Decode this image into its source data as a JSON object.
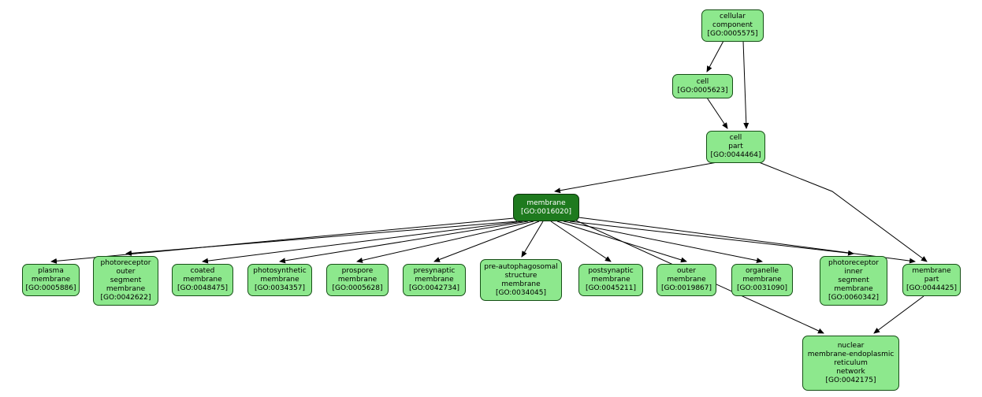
{
  "colors": {
    "node_fill": "#8de88d",
    "node_border": "#164f16",
    "selected_fill": "#1e7a1e",
    "selected_text": "#ffffff",
    "edge": "#000000",
    "background": "#ffffff"
  },
  "nodes": {
    "cellular_component": {
      "label": "cellular\ncomponent",
      "id": "[GO:0005575]"
    },
    "cell": {
      "label": "cell",
      "id": "[GO:0005623]"
    },
    "cell_part": {
      "label": "cell\npart",
      "id": "[GO:0044464]"
    },
    "membrane": {
      "label": "membrane",
      "id": "[GO:0016020]"
    },
    "plasma_membrane": {
      "label": "plasma\nmembrane",
      "id": "[GO:0005886]"
    },
    "photoreceptor_outer_segment_membrane": {
      "label": "photoreceptor\nouter\nsegment\nmembrane",
      "id": "[GO:0042622]"
    },
    "coated_membrane": {
      "label": "coated\nmembrane",
      "id": "[GO:0048475]"
    },
    "photosynthetic_membrane": {
      "label": "photosynthetic\nmembrane",
      "id": "[GO:0034357]"
    },
    "prospore_membrane": {
      "label": "prospore\nmembrane",
      "id": "[GO:0005628]"
    },
    "presynaptic_membrane": {
      "label": "presynaptic\nmembrane",
      "id": "[GO:0042734]"
    },
    "pre_autophagosomal_structure_membrane": {
      "label": "pre-autophagosomal\nstructure\nmembrane",
      "id": "[GO:0034045]"
    },
    "postsynaptic_membrane": {
      "label": "postsynaptic\nmembrane",
      "id": "[GO:0045211]"
    },
    "outer_membrane": {
      "label": "outer\nmembrane",
      "id": "[GO:0019867]"
    },
    "organelle_membrane": {
      "label": "organelle\nmembrane",
      "id": "[GO:0031090]"
    },
    "photoreceptor_inner_segment_membrane": {
      "label": "photoreceptor\ninner\nsegment\nmembrane",
      "id": "[GO:0060342]"
    },
    "membrane_part": {
      "label": "membrane\npart",
      "id": "[GO:0044425]"
    },
    "nuclear_membrane_er_network": {
      "label": "nuclear\nmembrane-endoplasmic\nreticulum\nnetwork",
      "id": "[GO:0042175]"
    }
  },
  "edges": [
    {
      "from": "cellular_component",
      "to": "cell"
    },
    {
      "from": "cellular_component",
      "to": "cell_part"
    },
    {
      "from": "cell",
      "to": "cell_part"
    },
    {
      "from": "cell_part",
      "to": "membrane"
    },
    {
      "from": "cell_part",
      "to": "membrane_part"
    },
    {
      "from": "membrane",
      "to": "plasma_membrane"
    },
    {
      "from": "membrane",
      "to": "photoreceptor_outer_segment_membrane"
    },
    {
      "from": "membrane",
      "to": "coated_membrane"
    },
    {
      "from": "membrane",
      "to": "photosynthetic_membrane"
    },
    {
      "from": "membrane",
      "to": "prospore_membrane"
    },
    {
      "from": "membrane",
      "to": "presynaptic_membrane"
    },
    {
      "from": "membrane",
      "to": "pre_autophagosomal_structure_membrane"
    },
    {
      "from": "membrane",
      "to": "postsynaptic_membrane"
    },
    {
      "from": "membrane",
      "to": "outer_membrane"
    },
    {
      "from": "membrane",
      "to": "organelle_membrane"
    },
    {
      "from": "membrane",
      "to": "photoreceptor_inner_segment_membrane"
    },
    {
      "from": "membrane",
      "to": "membrane_part"
    },
    {
      "from": "membrane",
      "to": "nuclear_membrane_er_network"
    },
    {
      "from": "membrane_part",
      "to": "nuclear_membrane_er_network"
    }
  ]
}
